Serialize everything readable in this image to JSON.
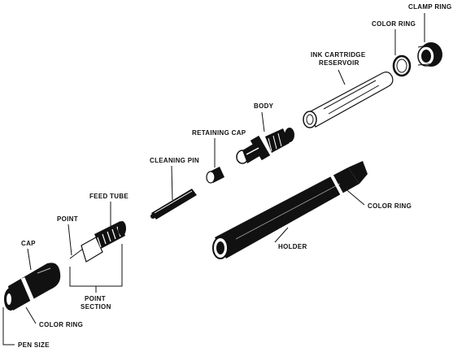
{
  "labels": {
    "clamp_ring": "CLAMP RING",
    "color_ring_top": "COLOR RING",
    "ink_cartridge_line1": "INK CARTRIDGE",
    "ink_cartridge_line2": "RESERVOIR",
    "body": "BODY",
    "retaining_cap": "RETAINING CAP",
    "cleaning_pin": "CLEANING PIN",
    "feed_tube": "FEED TUBE",
    "point": "POINT",
    "cap": "CAP",
    "color_ring_holder": "COLOR RING",
    "holder": "HOLDER",
    "point_section_line1": "POINT",
    "point_section_line2": "SECTION",
    "color_ring_cap": "COLOR RING",
    "pen_size": "PEN SIZE"
  }
}
